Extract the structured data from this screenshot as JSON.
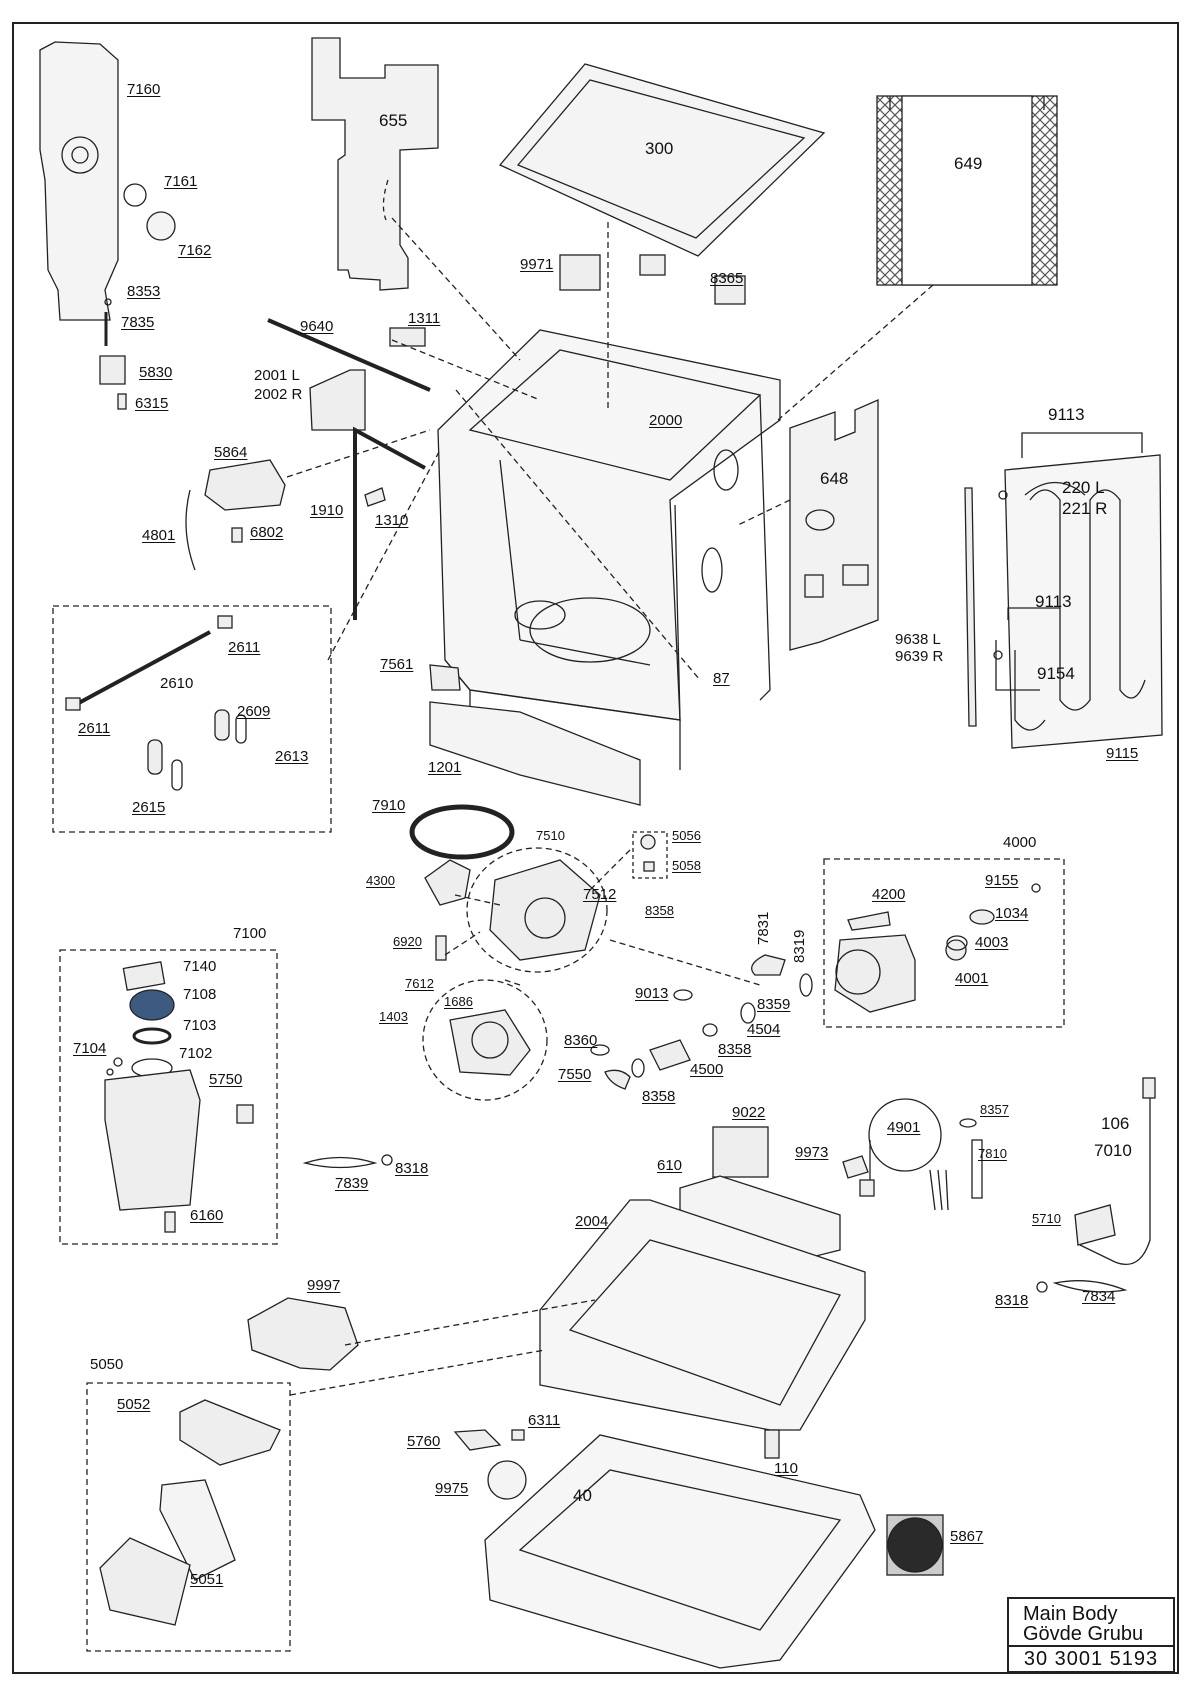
{
  "title_block": {
    "title_en": "Main Body",
    "title_tr": "Gövde Grubu",
    "code": "30 3001 5193"
  },
  "callouts": {
    "p300": "300",
    "p649": "649",
    "p655": "655",
    "p648": "648",
    "p40": "40",
    "p7160": "7160",
    "p7161": "7161",
    "p7162": "7162",
    "p8353": "8353",
    "p7835": "7835",
    "p5830": "5830",
    "p6315": "6315",
    "p9971": "9971",
    "p8365": "8365",
    "p9640": "9640",
    "p1311": "1311",
    "p2001": "2001 L",
    "p2002": "2002 R",
    "p2000": "2000",
    "p5864": "5864",
    "p4801": "4801",
    "p6802": "6802",
    "p1910": "1910",
    "p1310": "1310",
    "p9113a": "9113",
    "p220": "220 L",
    "p221": "221 R",
    "p9113b": "9113",
    "p9154": "9154",
    "p9638": "9638 L",
    "p9639": "9639 R",
    "p9115": "9115",
    "p87": "87",
    "p2611a": "2611",
    "p2610": "2610",
    "p2611b": "2611",
    "p2609": "2609",
    "p2613": "2613",
    "p2615": "2615",
    "p7561": "7561",
    "p1201": "1201",
    "p7910": "7910",
    "p7510": "7510",
    "p5056": "5056",
    "p5058": "5058",
    "p4300": "4300",
    "p7512": "7512",
    "p8358a": "8358",
    "p6920": "6920",
    "p7612": "7612",
    "p1686": "1686",
    "p1403": "1403",
    "p4000": "4000",
    "p9155": "9155",
    "p4200": "4200",
    "p1034": "1034",
    "p4003": "4003",
    "p4001": "4001",
    "p7831": "7831",
    "p8319": "8319",
    "p9013": "9013",
    "p8359": "8359",
    "p4504": "4504",
    "p8360": "8360",
    "p8358b": "8358",
    "p4500": "4500",
    "p7550": "7550",
    "p8358c": "8358",
    "p7100": "7100",
    "p7140": "7140",
    "p7108": "7108",
    "p7103": "7103",
    "p7104": "7104",
    "p7102": "7102",
    "p5750": "5750",
    "p6160": "6160",
    "p7839": "7839",
    "p8318a": "8318",
    "p9022": "9022",
    "p9973": "9973",
    "p610": "610",
    "p4901": "4901",
    "p8357": "8357",
    "p7810": "7810",
    "p106": "106",
    "p7010": "7010",
    "p5710": "5710",
    "p8318b": "8318",
    "p7834": "7834",
    "p2004": "2004",
    "p9997": "9997",
    "p5050": "5050",
    "p5052": "5052",
    "p5051": "5051",
    "p5760": "5760",
    "p6311": "6311",
    "p110": "110",
    "p9975": "9975",
    "p5867": "5867"
  },
  "colors": {
    "line": "#222222",
    "part_fill": "#f2f2f2",
    "insulation_hatch": "#555555",
    "filter_blue": "#3d5a80",
    "photo_dark": "#2a2a2a"
  }
}
